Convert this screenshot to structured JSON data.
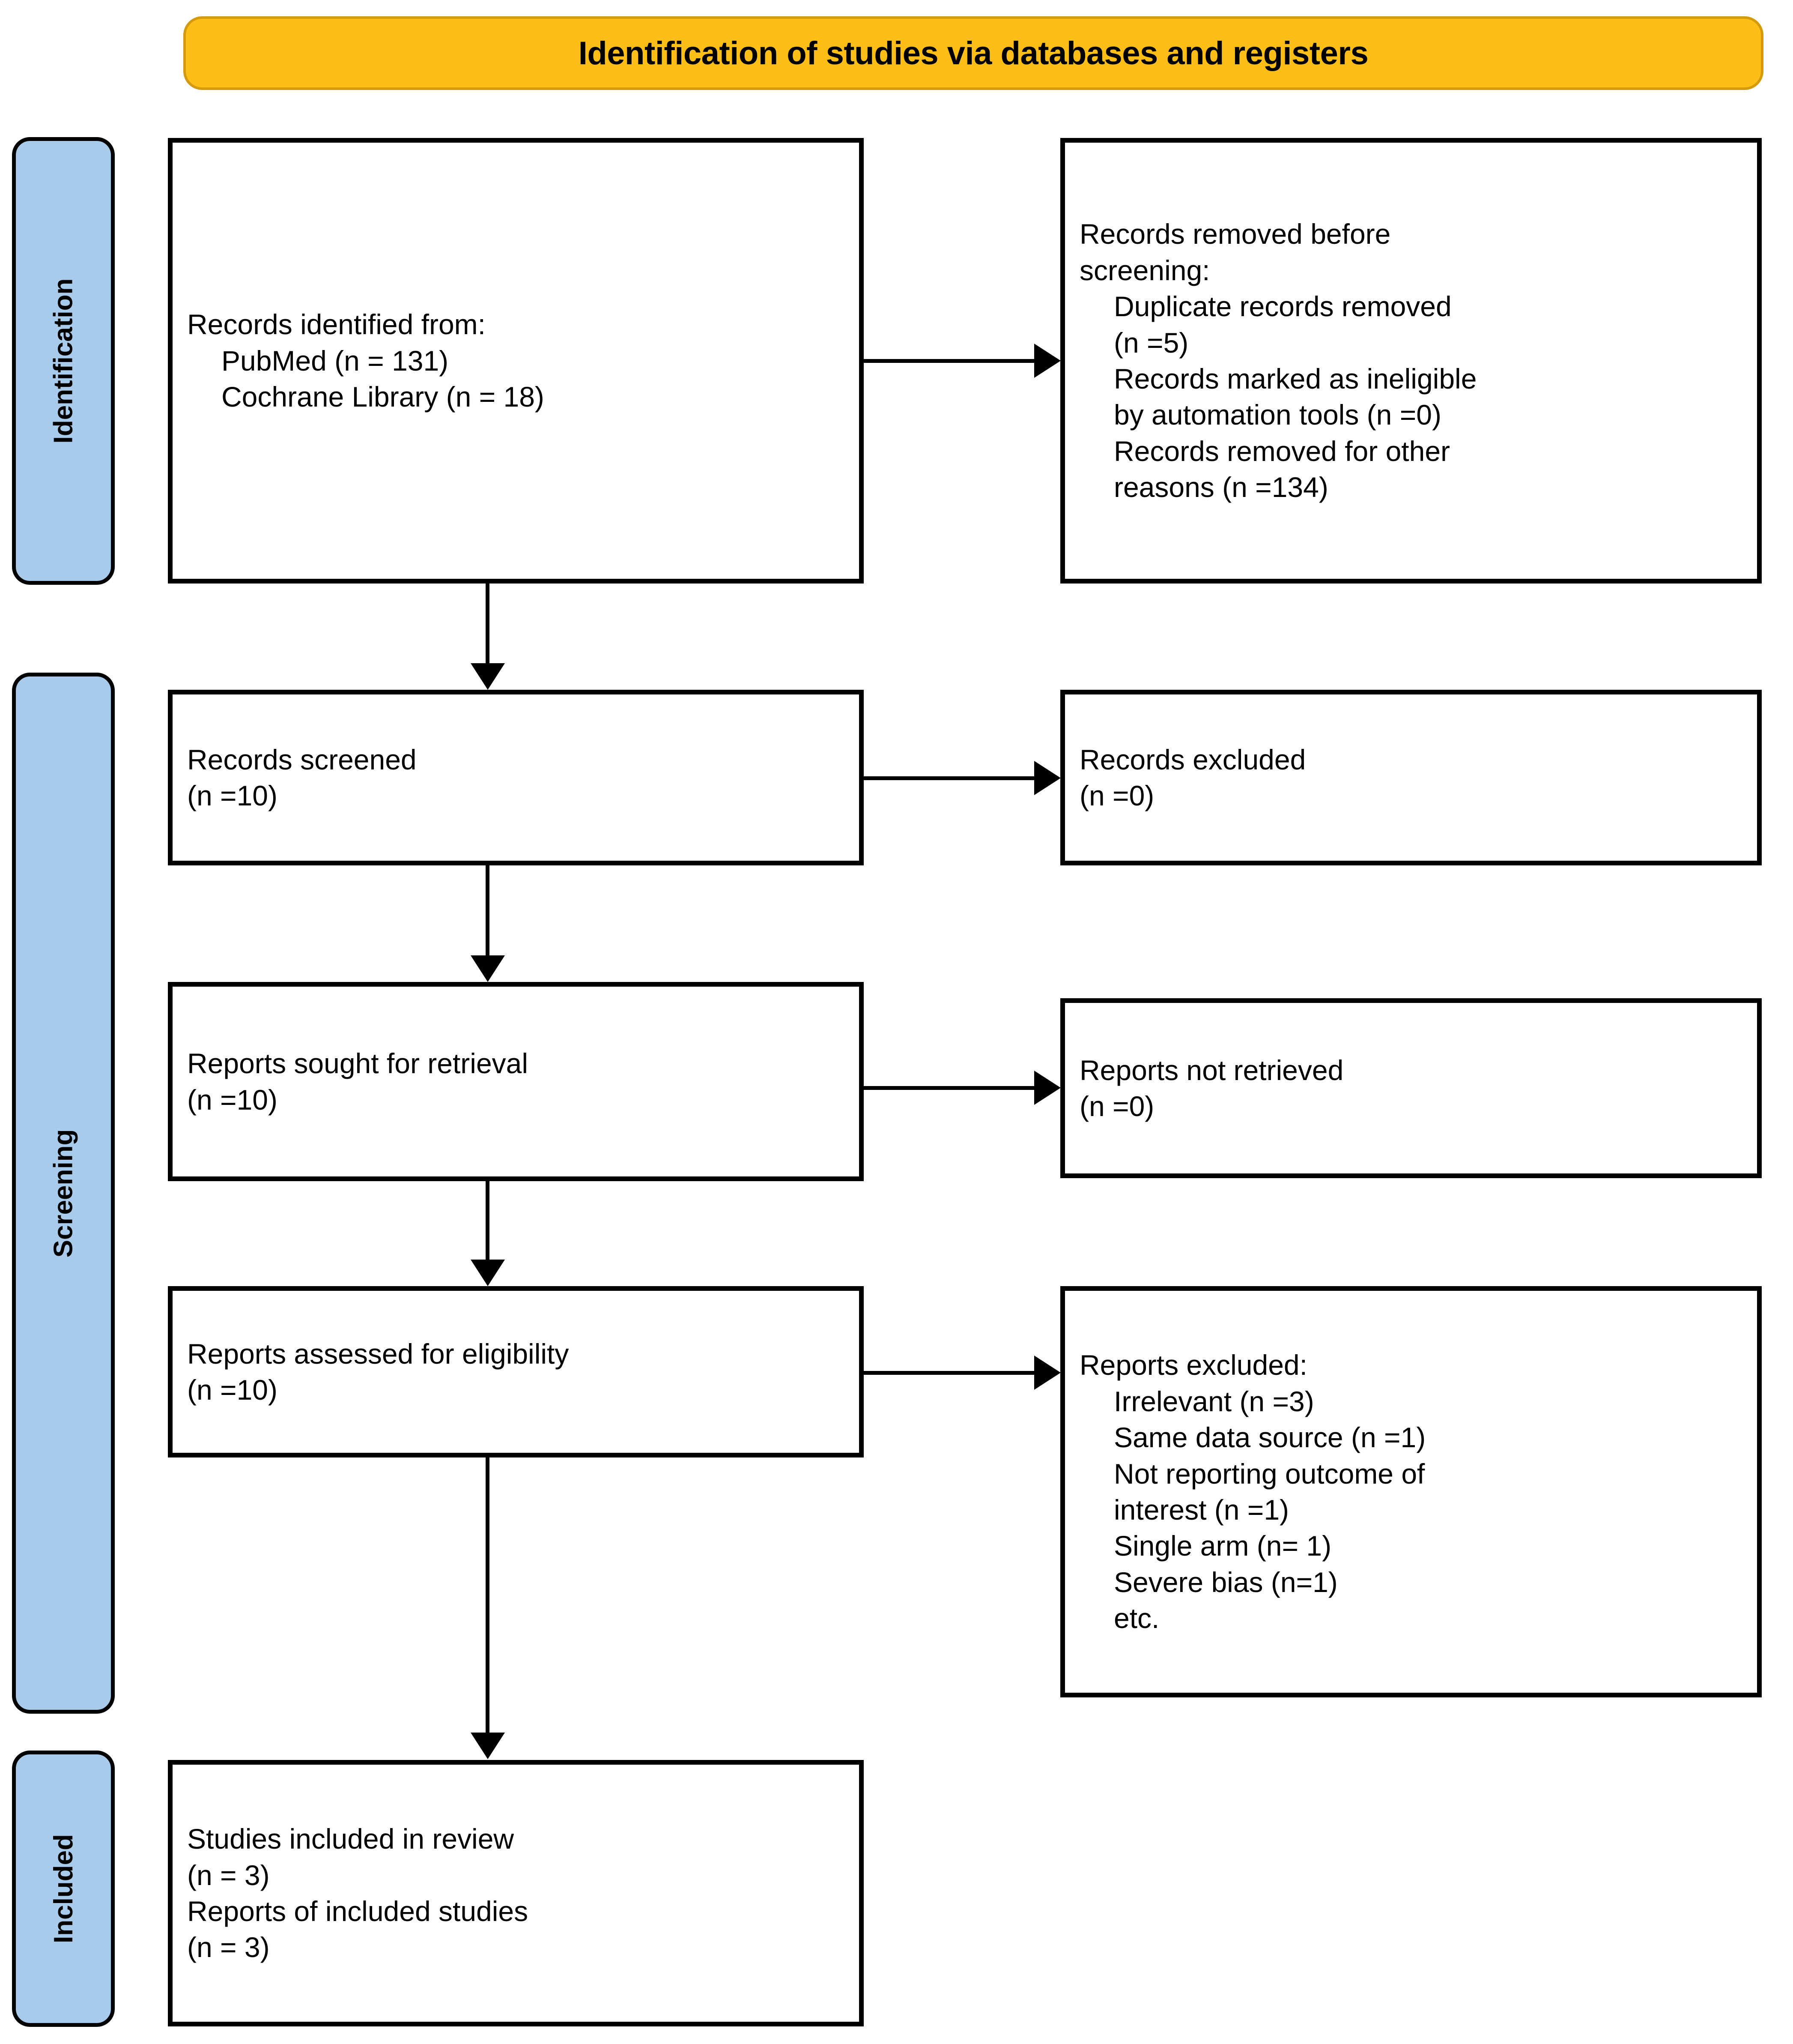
{
  "header": {
    "title": "Identification of studies via databases and registers",
    "bg_color": "#FCBE17",
    "border_color": "#D39B0B"
  },
  "stages": {
    "bg_color": "#A8CBEC",
    "identification": "Identification",
    "screening": "Screening",
    "included": "Included"
  },
  "boxes": {
    "identified": {
      "line1": "Records identified from:",
      "line2": "PubMed (n = 131)",
      "line3": "Cochrane Library (n = 18)"
    },
    "removed": {
      "line1_prefix": "Records removed ",
      "line1_em": "before",
      "line2_em": "screening",
      "line2_suffix": ":",
      "item1": "Duplicate records removed",
      "item2": "(n =5)",
      "item3": "Records marked as ineligible",
      "item4": "by automation tools (n =0)",
      "item5": "Records removed for other",
      "item6": "reasons (n =134)"
    },
    "screened": {
      "line1": "Records screened",
      "line2": "(n =10)"
    },
    "records_excluded": {
      "line1": "Records excluded",
      "line2": "(n =0)"
    },
    "sought": {
      "line1": "Reports sought for retrieval",
      "line2": "(n =10)"
    },
    "not_retrieved": {
      "line1": "Reports not retrieved",
      "line2": "(n =0)"
    },
    "assessed": {
      "line1": "Reports assessed for eligibility",
      "line2": "(n =10)"
    },
    "reports_excluded": {
      "line1": "Reports excluded:",
      "item1": "Irrelevant (n =3)",
      "item2": "Same data source (n =1)",
      "item3": "Not reporting outcome of",
      "item4": "interest (n =1)",
      "item5": "Single arm (n= 1)",
      "item6": "Severe bias (n=1)",
      "item7": "etc."
    },
    "included": {
      "line1": "Studies included in review",
      "line2": "(n = 3)",
      "line3": "Reports of included studies",
      "line4": "(n = 3)"
    }
  },
  "flow_data": {
    "type": "prisma-flow",
    "counts": {
      "pubmed": 131,
      "cochrane_library": 18,
      "duplicate_records_removed": 5,
      "marked_ineligible_by_automation": 0,
      "removed_other_reasons": 134,
      "records_screened": 10,
      "records_excluded": 0,
      "reports_sought": 10,
      "reports_not_retrieved": 0,
      "reports_assessed": 10,
      "excluded_irrelevant": 3,
      "excluded_same_data_source": 1,
      "excluded_not_reporting_outcome": 1,
      "excluded_single_arm": 1,
      "excluded_severe_bias": 1,
      "studies_included": 3,
      "reports_of_included_studies": 3
    }
  }
}
